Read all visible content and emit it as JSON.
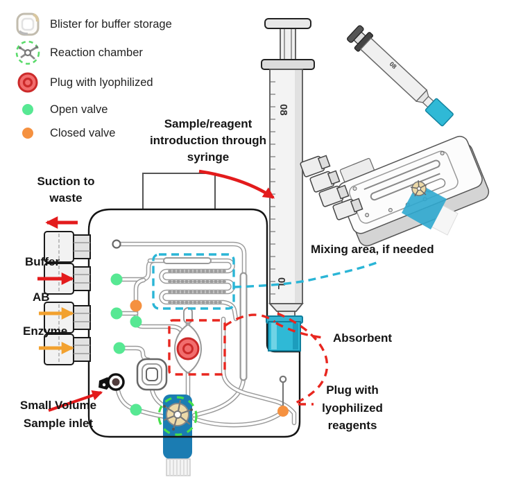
{
  "legend": {
    "items": [
      {
        "icon": "blister-icon",
        "label": "Blister for buffer storage"
      },
      {
        "icon": "reaction-chamber-icon",
        "label": "Reaction chamber"
      },
      {
        "icon": "plug-icon",
        "label": "Plug with lyophilized"
      },
      {
        "icon": "open-valve-icon",
        "label": "Open valve"
      },
      {
        "icon": "closed-valve-icon",
        "label": "Closed valve"
      }
    ]
  },
  "labels": {
    "suction_to_waste": "Suction to\nwaste",
    "buffer": "Buffer",
    "ab": "AB",
    "enzyme": "Enzyme",
    "sample_introduction": "Sample/reagent\nintroduction through\nsyringe",
    "mixing_area": "Mixing area, if needed",
    "absorbent": "Absorbent",
    "plug_lyophilized": "Plug with\nlyophilized\nreagents",
    "small_volume": "Small Volume\nSample inlet"
  },
  "syringe": {
    "markings": {
      "upper": "08",
      "lower": "0L"
    }
  },
  "colors": {
    "arrow_red": "#e31b1c",
    "arrow_yellow": "#f2a12f",
    "dashed_cyan": "#2ab5d6",
    "dashed_red": "#e8261f",
    "dashed_green": "#46e04b",
    "open_valve": "#57e893",
    "closed_valve": "#f59140",
    "plug_fill": "#f26d6d",
    "plug_ring": "#cc2a2a",
    "absorbent": "#2fb9d6",
    "chamber_strip": "#1b7cb2",
    "chamber_pad": "#ecd9a8"
  }
}
